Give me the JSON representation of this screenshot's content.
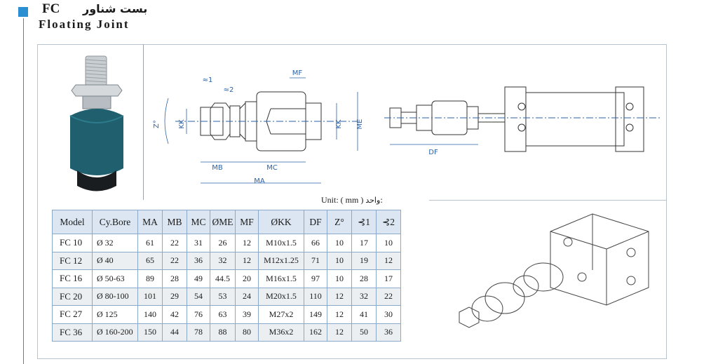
{
  "header": {
    "title_fa": "بست شناور",
    "code": "FC",
    "title_en": "Floating Joint"
  },
  "drawing": {
    "labels": {
      "mf": "MF",
      "me": "ME",
      "kk1": "KK",
      "kk2": "KK",
      "z": "Z°",
      "s1": "≈1",
      "s2": "≈2",
      "mb": "MB",
      "mc": "MC",
      "ma": "MA",
      "df": "DF"
    }
  },
  "unit": {
    "label_fa": "واحد:",
    "label_en": "Unit:",
    "value": "( mm )"
  },
  "table": {
    "headers": [
      "Model",
      "Cy.Bore",
      "MA",
      "MB",
      "MC",
      "ØME",
      "MF",
      "ØKK",
      "DF",
      "Z°",
      "⊰1",
      "⊰2"
    ],
    "rows": [
      [
        "FC 10",
        "Ø 32",
        "61",
        "22",
        "31",
        "26",
        "12",
        "M10x1.5",
        "66",
        "10",
        "17",
        "10"
      ],
      [
        "FC 12",
        "Ø 40",
        "65",
        "22",
        "36",
        "32",
        "12",
        "M12x1.25",
        "71",
        "10",
        "19",
        "12"
      ],
      [
        "FC 16",
        "Ø 50-63",
        "89",
        "28",
        "49",
        "44.5",
        "20",
        "M16x1.5",
        "97",
        "10",
        "28",
        "17"
      ],
      [
        "FC 20",
        "Ø 80-100",
        "101",
        "29",
        "54",
        "53",
        "24",
        "M20x1.5",
        "110",
        "12",
        "32",
        "22"
      ],
      [
        "FC 27",
        "Ø 125",
        "140",
        "42",
        "76",
        "63",
        "39",
        "M27x2",
        "149",
        "12",
        "41",
        "30"
      ],
      [
        "FC 36",
        "Ø 160-200",
        "150",
        "44",
        "78",
        "88",
        "80",
        "M36x2",
        "162",
        "12",
        "50",
        "36"
      ]
    ]
  },
  "colors": {
    "accent": "#2b8fd1",
    "dimension": "#2a63a8",
    "table_header": "#dbe6f2",
    "photo_body": "#1f5f6e"
  }
}
